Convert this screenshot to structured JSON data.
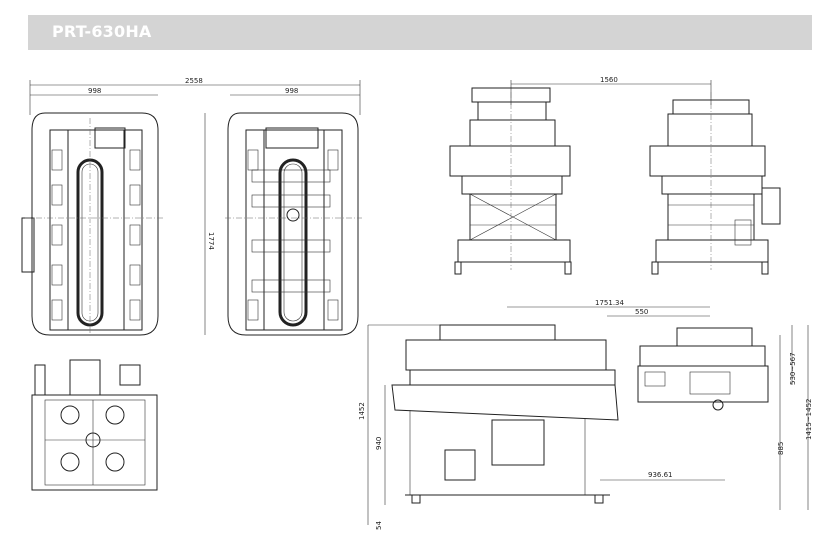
{
  "header": {
    "title": "PRT-630HA"
  },
  "dimensions": {
    "overall_width": "2558",
    "left_half": "998",
    "right_half": "998",
    "depth": "1774",
    "front_span": "1560",
    "horizontal_reach": "1751.34",
    "table_offset": "550",
    "lower_reach": "936.61",
    "stroke_range": "530~567",
    "total_height": "1452",
    "base_height": "940",
    "height_range": "1415~1452",
    "side_height": "885",
    "foot_height": "54"
  }
}
